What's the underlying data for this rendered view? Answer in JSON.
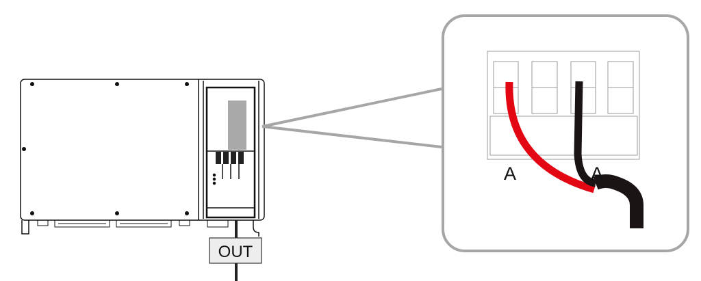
{
  "diagram": {
    "output_label": "OUT",
    "terminal_labels": [
      "A",
      "A"
    ],
    "colors": {
      "red_cable": "#e30613",
      "black_cable": "#1a1414",
      "callout_border": "#a6a6a6",
      "panel_gray": "#a9a9a9"
    }
  }
}
